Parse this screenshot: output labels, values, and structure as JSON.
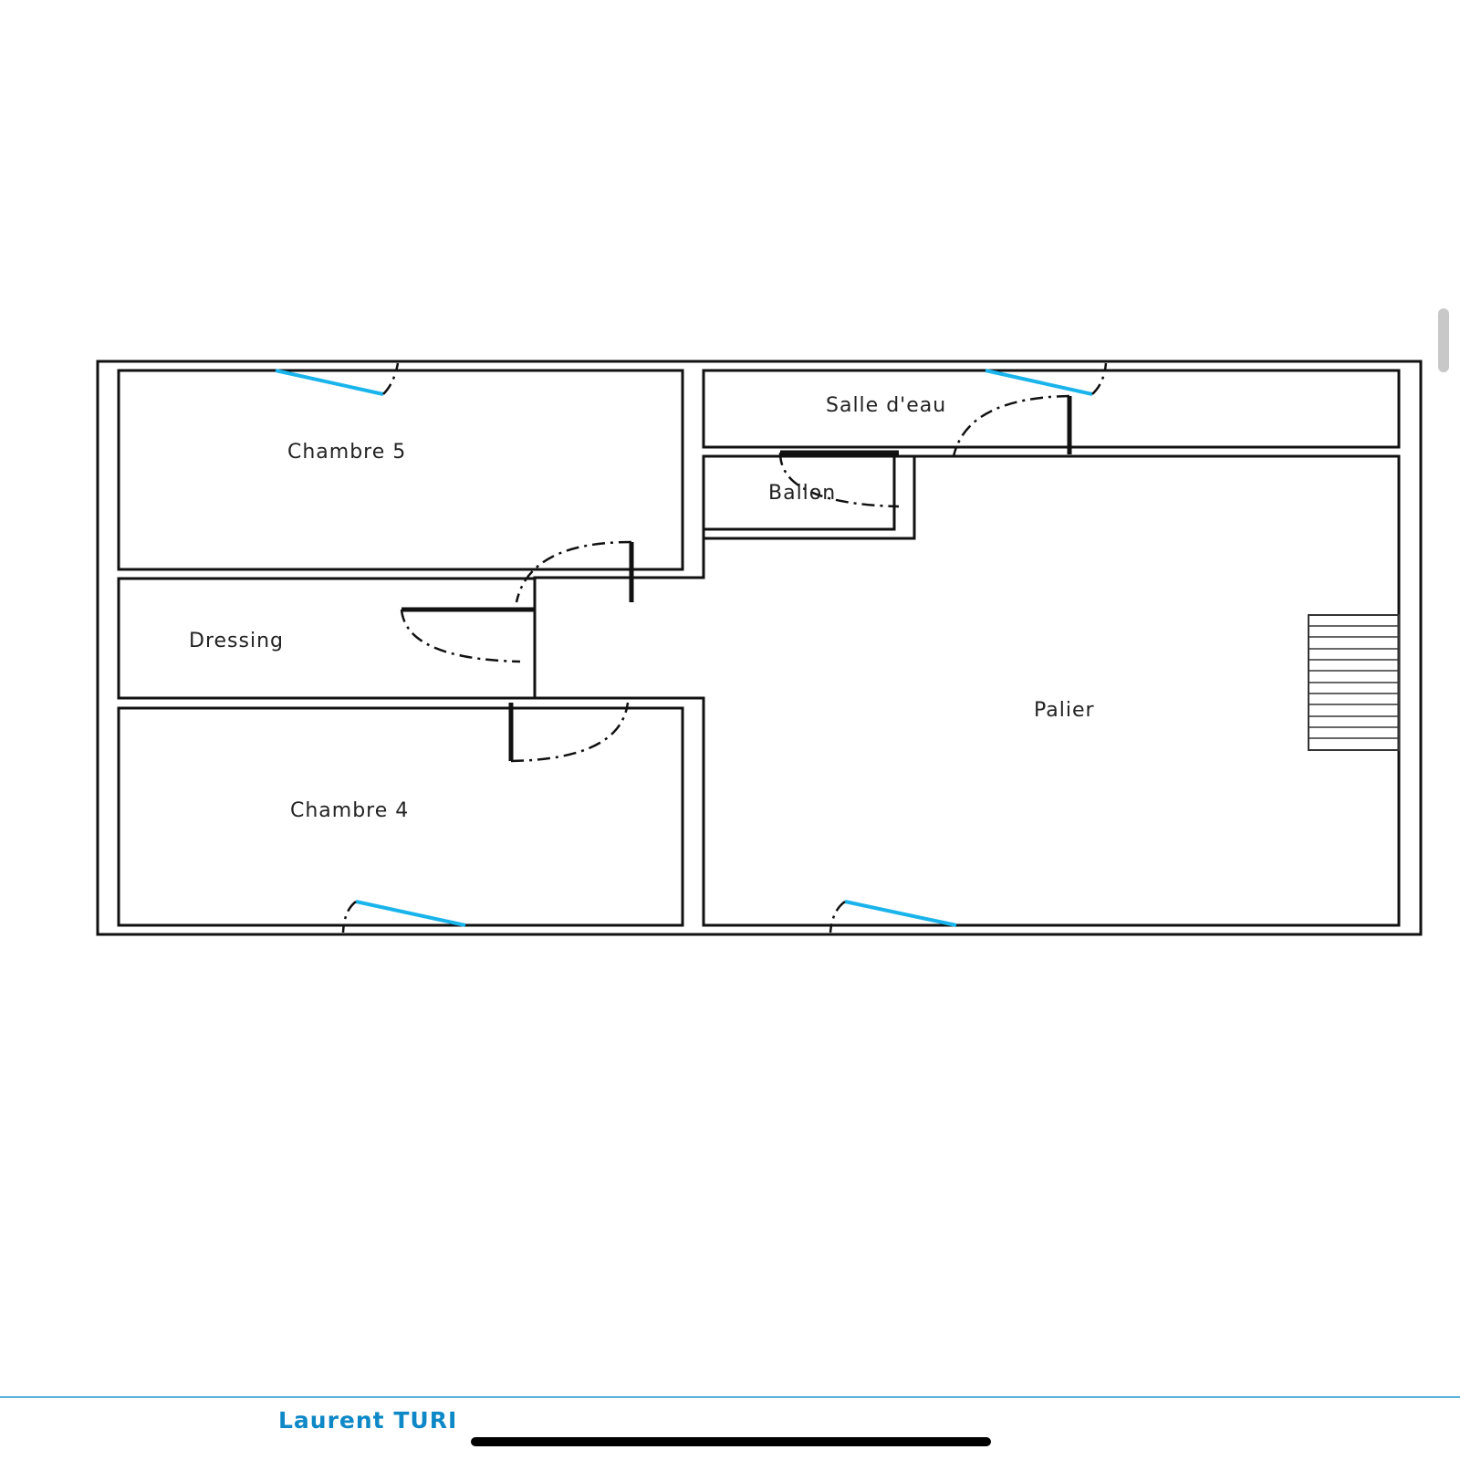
{
  "plan": {
    "rooms": [
      {
        "id": "chambre-5",
        "label": "Chambre 5"
      },
      {
        "id": "salle-d-eau",
        "label": "Salle d'eau"
      },
      {
        "id": "ballon",
        "label": "Ballon"
      },
      {
        "id": "dressing",
        "label": "Dressing"
      },
      {
        "id": "palier",
        "label": "Palier"
      },
      {
        "id": "chambre-4",
        "label": "Chambre 4"
      }
    ],
    "window_color": "#1ab4ec"
  },
  "footer": {
    "author": "Laurent TURI",
    "accent": "#0e88c6"
  }
}
